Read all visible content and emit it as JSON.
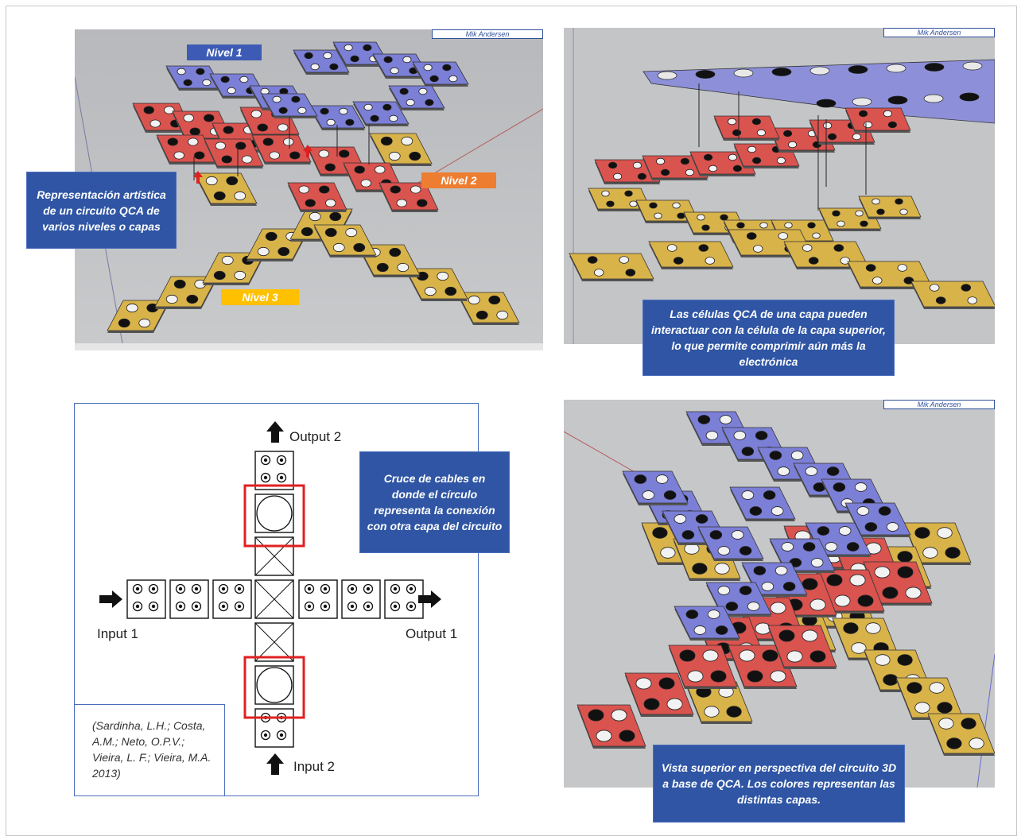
{
  "credits": {
    "panel1": "Mik Andersen",
    "panel2": "Mik Andersen",
    "panel4": "Mik Andersen"
  },
  "panel1": {
    "nivel1": "Nivel 1",
    "nivel2": "Nivel 2",
    "nivel3": "Nivel 3",
    "callout": "Representación artística de un circuito QCA de varios niveles o capas"
  },
  "panel2": {
    "callout": "Las células QCA de una capa pueden interactuar con la célula de la capa superior, lo que permite comprimir aún más la electrónica"
  },
  "panel3": {
    "output2": "Output 2",
    "output1": "Output 1",
    "input1": "Input 1",
    "input2": "Input 2",
    "callout": "Cruce de cables en donde el círculo representa la conexión con otra capa del circuito",
    "citation": "(Sardinha, L.H.; Costa, A.M.; Neto, O.P.V.; Vieira, L. F.; Vieira, M.A. 2013)"
  },
  "panel4": {
    "callout": "Vista superior en perspectiva del circuito 3D a base de QCA. Los colores representan las distintas capas."
  },
  "colors": {
    "layer1": "#7b7fd6",
    "layer2": "#d9534f",
    "layer3": "#d8b34a",
    "callout": "#2f55a4",
    "nivel1_label": "#3d5bb5",
    "nivel2_label": "#ed7d31",
    "nivel3_label": "#ffc000",
    "highlight": "#e02020"
  }
}
